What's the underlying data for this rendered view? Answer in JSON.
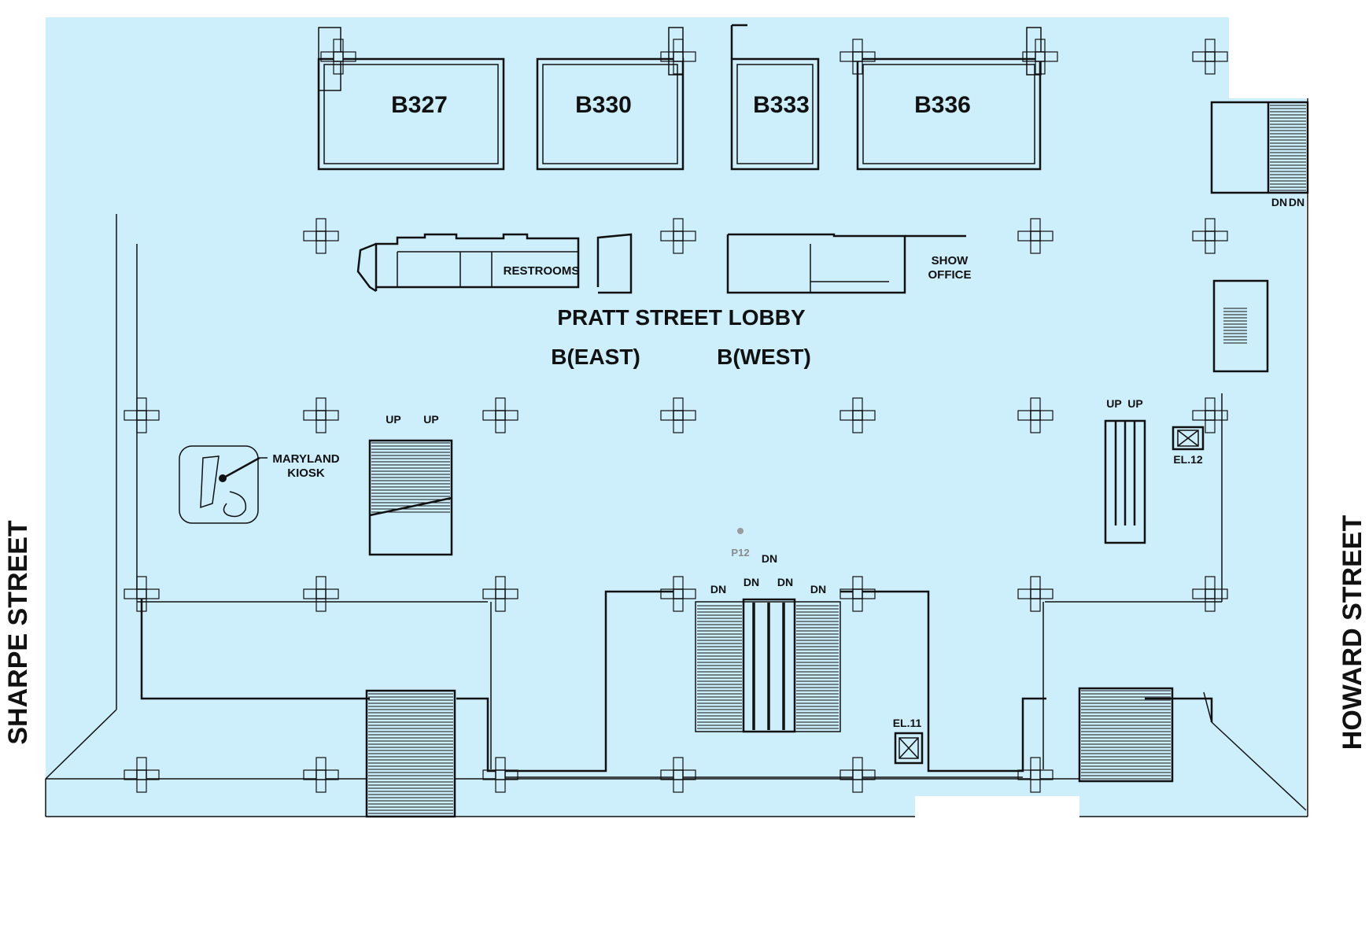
{
  "streets": {
    "west": "SHARPE STREET",
    "east": "HOWARD STREET"
  },
  "lobby": {
    "name": "PRATT STREET LOBBY",
    "east_section": "B(EAST)",
    "west_section": "B(WEST)"
  },
  "rooms": [
    "B327",
    "B330",
    "B333",
    "B336"
  ],
  "facilities": {
    "restrooms": "RESTROOMS",
    "show_office_line1": "SHOW",
    "show_office_line2": "OFFICE",
    "kiosk_line1": "MARYLAND",
    "kiosk_line2": "KIOSK"
  },
  "elevators": {
    "el12": "EL.12",
    "el11": "EL.11"
  },
  "stair_labels": {
    "up": "UP",
    "dn": "DN"
  },
  "marker": {
    "label": "P12"
  },
  "colors": {
    "floor": "#cdeefb",
    "walls": "#111111",
    "marker": "#9a9a9a"
  }
}
